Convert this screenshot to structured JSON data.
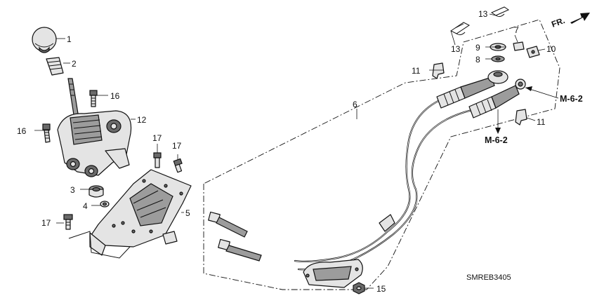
{
  "direction": {
    "label": "FR."
  },
  "callouts": {
    "c1": "1",
    "c2": "2",
    "c3": "3",
    "c4": "4",
    "c5": "5",
    "c6": "6",
    "c7": "7",
    "c8": "8",
    "c9": "9",
    "c10": "10",
    "c11a": "11",
    "c11b": "11",
    "c12": "12",
    "c13a": "13",
    "c13b": "13",
    "c15": "15",
    "c16a": "16",
    "c16b": "16",
    "c17a": "17",
    "c17b": "17",
    "c17c": "17"
  },
  "references": {
    "ref_a": "M-6-2",
    "ref_b": "M-6-2"
  },
  "diagram_code": "SMREB3405"
}
